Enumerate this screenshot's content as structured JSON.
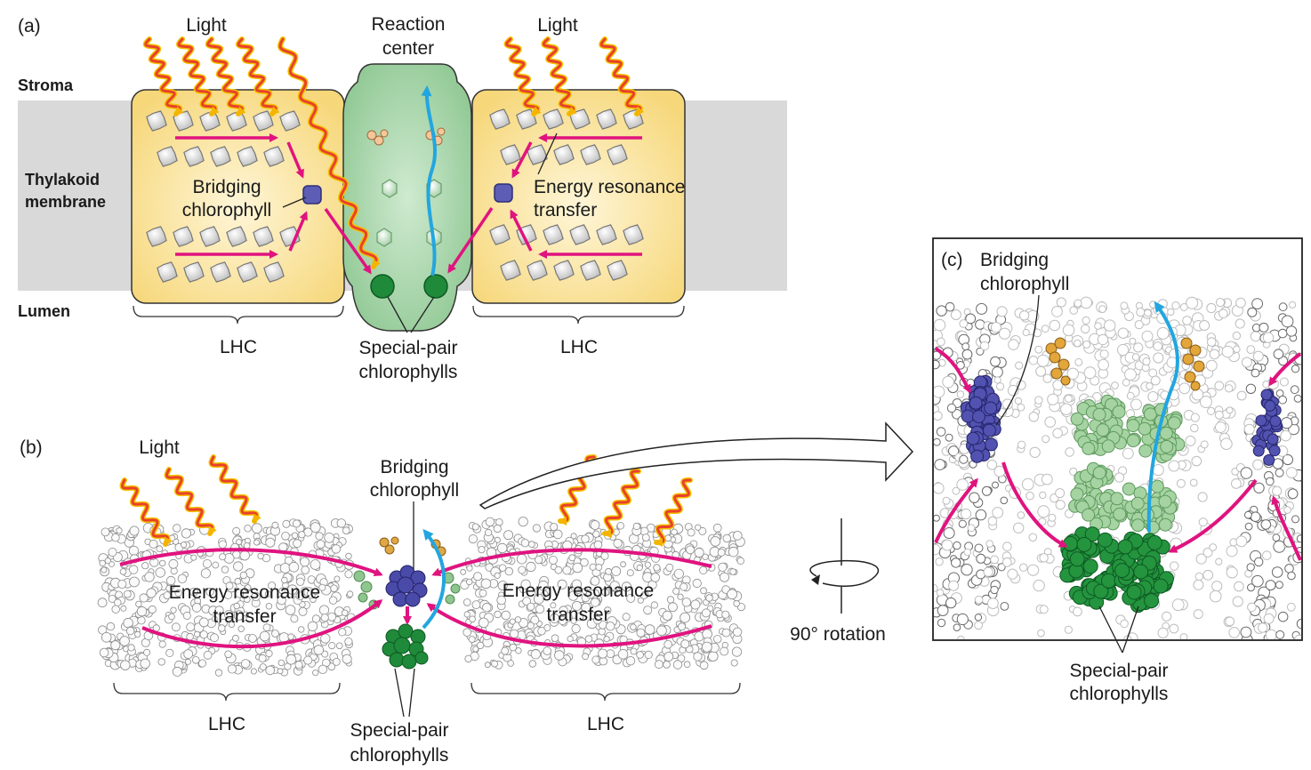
{
  "panel_a": {
    "tag": "(a)",
    "light_left": "Light",
    "light_right": "Light",
    "reaction_center_1": "Reaction",
    "reaction_center_2": "center",
    "stroma": "Stroma",
    "thylakoid_1": "Thylakoid",
    "thylakoid_2": "membrane",
    "lumen": "Lumen",
    "bridging_1": "Bridging",
    "bridging_2": "chlorophyll",
    "energy_1": "Energy resonance",
    "energy_2": "transfer",
    "lhc_left": "LHC",
    "lhc_right": "LHC",
    "special_1": "Special-pair",
    "special_2": "chlorophylls"
  },
  "panel_b": {
    "tag": "(b)",
    "light": "Light",
    "bridging_1": "Bridging",
    "bridging_2": "chlorophyll",
    "energy_left_1": "Energy resonance",
    "energy_left_2": "transfer",
    "energy_right_1": "Energy resonance",
    "energy_right_2": "transfer",
    "lhc_left": "LHC",
    "lhc_right": "LHC",
    "special_1": "Special-pair",
    "special_2": "chlorophylls",
    "rotation": "90° rotation"
  },
  "panel_c": {
    "tag": "(c)",
    "bridging_1": "Bridging",
    "bridging_2": "chlorophyll",
    "special_1": "Special-pair",
    "special_2": "chlorophylls"
  },
  "colors": {
    "membrane": "#d9d9da",
    "lhc_fill": "#f8dc86",
    "reaction_center_fill": "#9ccf9e",
    "energy_arrow": "#e0137f",
    "electron_arrow": "#22a6e0",
    "light_wave": "#e8412a",
    "bridging": "#4f4fa8",
    "special_pair": "#1f8a3a"
  }
}
